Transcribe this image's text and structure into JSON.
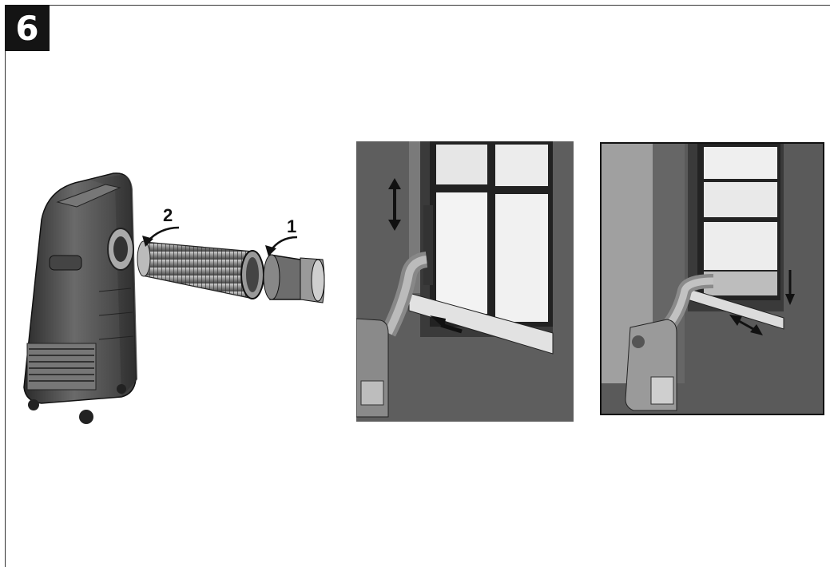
{
  "step": {
    "number": "6"
  },
  "diagram": {
    "labels": {
      "hose_step_2": "2",
      "adapter_step_1": "1"
    }
  },
  "icons": [
    "portable-air-conditioner-icon",
    "exhaust-hose-icon",
    "hose-adapter-icon",
    "window-kit-icon",
    "double-arrow-icon",
    "arrow-icon"
  ]
}
